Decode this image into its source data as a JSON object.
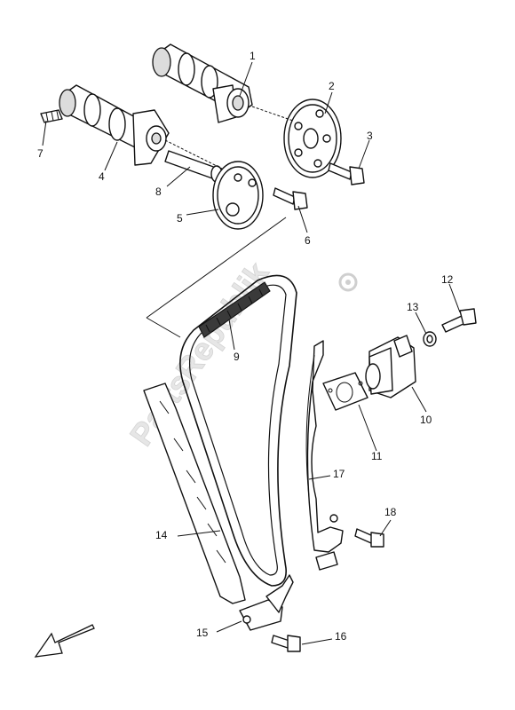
{
  "watermark": "PartsRepublik",
  "callouts": {
    "p1": "1",
    "p2": "2",
    "p3": "3",
    "p4": "4",
    "p5": "5",
    "p6": "6",
    "p7": "7",
    "p8": "8",
    "p9": "9",
    "p10": "10",
    "p11": "11",
    "p12": "12",
    "p13": "13",
    "p14": "14",
    "p15": "15",
    "p16": "16",
    "p17": "17",
    "p18": "18"
  }
}
